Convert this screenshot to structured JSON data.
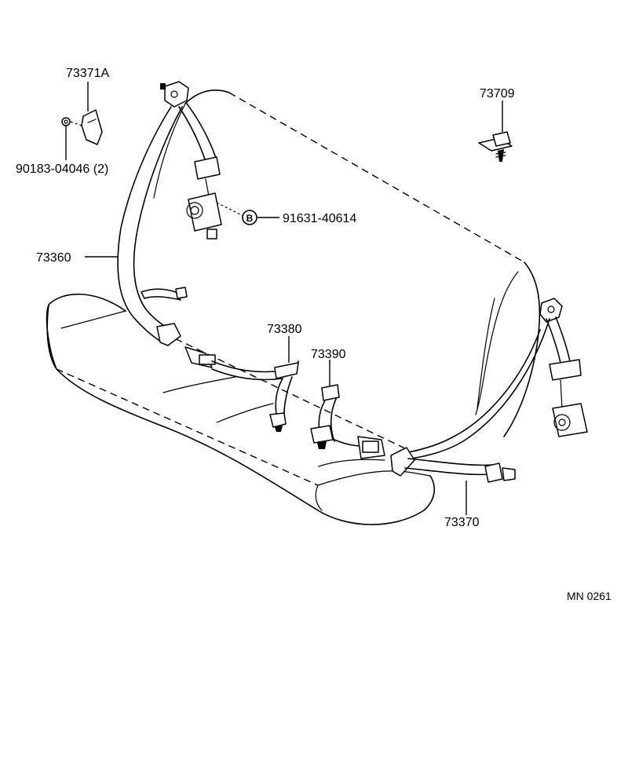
{
  "labels": {
    "p73371a": "73371A",
    "p90183": "90183-04046 (2)",
    "p73709": "73709",
    "p91631": "91631-40614",
    "p91631_marker": "B",
    "p73360": "73360",
    "p73380": "73380",
    "p73390": "73390",
    "p73370": "73370",
    "ref_code": "MN  0261"
  }
}
